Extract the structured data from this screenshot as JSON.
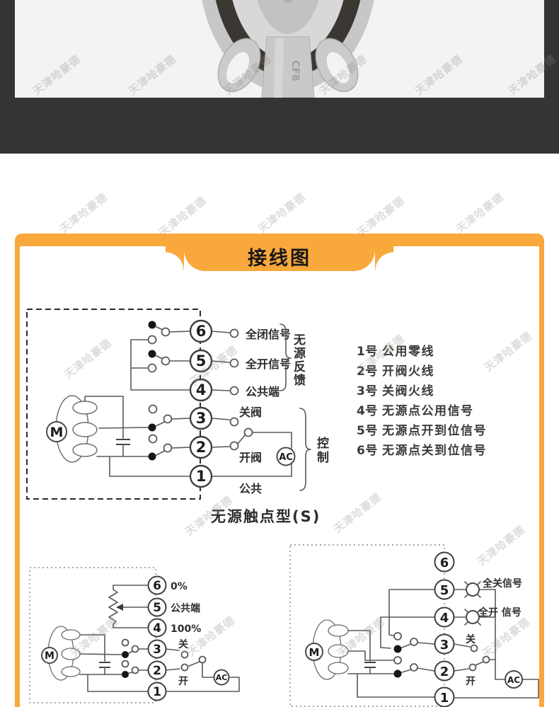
{
  "colors": {
    "accent": "#F9A83B",
    "dark_band": "#333436",
    "photo_bg": "#f3f3f3",
    "line": "#5a5a5a"
  },
  "watermark": {
    "text": "天津哈豪德"
  },
  "photo": {
    "stamp": "CF8"
  },
  "banner": {
    "title": "接线图"
  },
  "main": {
    "terminals": [
      "6",
      "5",
      "4",
      "3",
      "2",
      "1"
    ],
    "motor": "M",
    "ac": "AC",
    "label_t6": "全闭信号",
    "label_t5": "全开信号",
    "label_t4": "公共端",
    "label_t3": "关阀",
    "label_t2": "开阀",
    "label_t1": "公共",
    "bracket_feedback": "无源反馈",
    "bracket_control": "控制",
    "caption": "无源触点型(S)"
  },
  "notes": {
    "items": [
      {
        "no": "1号",
        "text": "公用零线"
      },
      {
        "no": "2号",
        "text": "开阀火线"
      },
      {
        "no": "3号",
        "text": "关阀火线"
      },
      {
        "no": "4号",
        "text": "无源点公用信号"
      },
      {
        "no": "5号",
        "text": "无源点开到位信号"
      },
      {
        "no": "6号",
        "text": "无源点关到位信号"
      }
    ]
  },
  "left": {
    "terminals": [
      "6",
      "5",
      "4",
      "3",
      "2",
      "1"
    ],
    "motor": "M",
    "ac": "AC",
    "label_t6": "0%",
    "label_t5": "公共端",
    "label_t4": "100%",
    "label_t3": "关",
    "label_t2": "开"
  },
  "right": {
    "terminals": [
      "6",
      "5",
      "4",
      "3",
      "2",
      "1"
    ],
    "motor": "M",
    "ac": "AC",
    "lamp5": "全关信号",
    "lamp4": "全开 信号",
    "label_t3": "关",
    "label_t2": "开"
  }
}
